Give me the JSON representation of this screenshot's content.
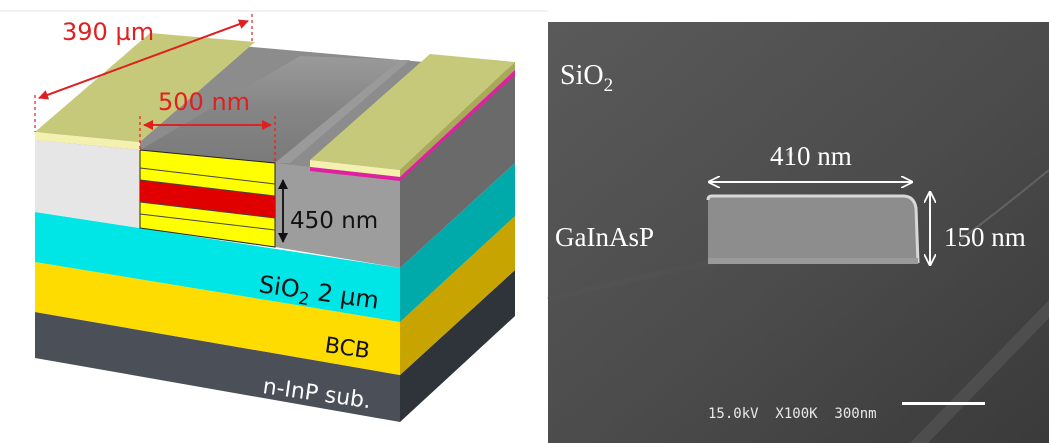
{
  "left_panel": {
    "dim_390": "390 µm",
    "dim_500": "500 nm",
    "dim_450": "450 nm",
    "layer_sio2_main": "SiO",
    "layer_sio2_sub": "2",
    "layer_sio2_rest": " 2 µm",
    "layer_bcb": "BCB",
    "layer_substrate": "n-InP sub.",
    "colors": {
      "dimension_red": "#e02020",
      "metal_pad": "#c7c97a",
      "sio2": "#00e5e5",
      "bcb": "#ffdc00",
      "substrate": "#4a4f58",
      "cladding_gray": "#9d9d9d",
      "core_red": "#e00000",
      "core_yellow": "#ffff00",
      "magenta_layer": "#e020a0"
    }
  },
  "right_panel": {
    "label_sio2_main": "SiO",
    "label_sio2_sub": "2",
    "label_width": "410 nm",
    "label_height": "150 nm",
    "label_material": "GaInAsP",
    "sem_info": "15.0kV  X100K  300nm"
  }
}
